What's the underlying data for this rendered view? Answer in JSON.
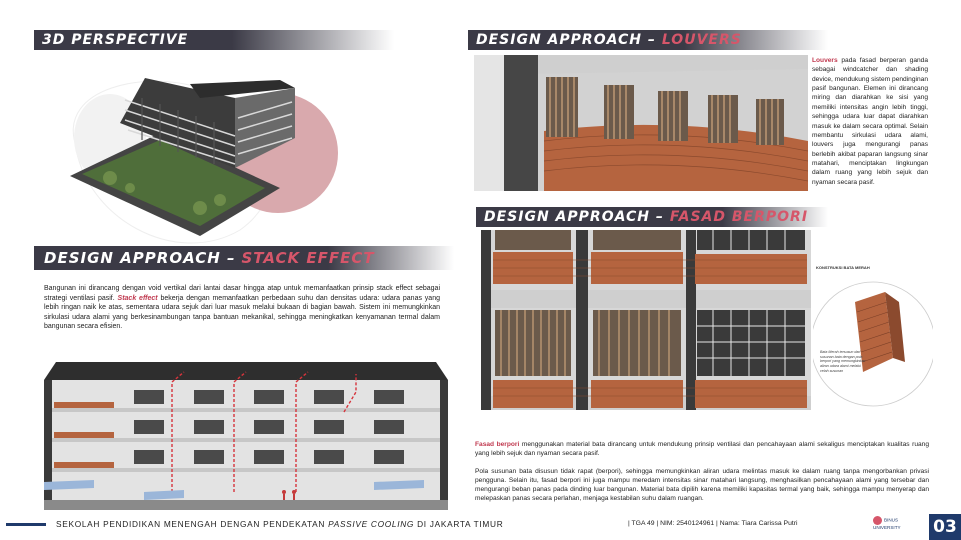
{
  "sections": {
    "perspective": {
      "title": "3D PERSPECTIVE"
    },
    "louvers": {
      "title": "DESIGN APPROACH –",
      "accent": "LOUVERS",
      "body_keyword": "Louvers",
      "body": " pada fasad berperan ganda sebagai windcatcher dan shading device, mendukung sistem pendinginan pasif bangunan. Elemen ini dirancang miring dan diarahkan ke sisi yang memiliki intensitas angin lebih tinggi, sehingga udara luar dapat diarahkan masuk ke dalam secara optimal. Selain membantu sirkulasi udara alami, louvers juga mengurangi panas berlebih akibat paparan langsung sinar matahari, menciptakan lingkungan dalam ruang yang lebih sejuk dan nyaman secara pasif."
    },
    "fasad": {
      "title": "DESIGN APPROACH –",
      "accent": "FASAD BERPORI",
      "detail_title": "KONSTRUKSI BATA MERAH",
      "detail_note": "Bata Merah tersusun dari susunan bata dengan pola berpori yang memungkinkan aliran udara alami melalui celah susunan",
      "p1_keyword": "Fasad berpori",
      "p1": " menggunakan material bata dirancang untuk mendukung prinsip ventilasi dan pencahayaan alami sekaligus menciptakan kualitas ruang yang lebih sejuk dan nyaman secara pasif.",
      "p2": "Pola susunan bata disusun tidak rapat (berpori), sehingga memungkinkan aliran udara melintas masuk ke dalam ruang tanpa mengorbankan privasi pengguna. Selain itu, fasad berpori ini juga mampu meredam intensitas sinar matahari langsung, menghasilkan pencahayaan alami yang tersebar dan mengurangi beban panas pada dinding luar bangunan. Material bata dipilih karena memiliki kapasitas termal yang baik, sehingga mampu menyerap dan melepaskan panas secara perlahan, menjaga kestabilan suhu dalam ruangan."
    },
    "stack": {
      "title": "DESIGN APPROACH –",
      "accent": "STACK EFFECT",
      "body_a": "Bangunan ini dirancang dengan void vertikal dari lantai dasar hingga atap untuk memanfaatkan prinsip stack effect sebagai strategi ventilasi pasif. ",
      "body_keyword": "Stack effect",
      "body_b": " bekerja dengan memanfaatkan perbedaan suhu dan densitas udara: udara panas yang lebih ringan naik ke atas, sementara udara sejuk dari luar masuk melalui bukaan di bagian bawah. Sistem ini memungkinkan sirkulasi udara alami yang berkesinambungan tanpa bantuan mekanikal, sehingga meningkatkan kenyamanan termal dalam bangunan secara efisien."
    }
  },
  "footer": {
    "title_a": "SEKOLAH PENDIDIKAN MENENGAH DENGAN PENDEKATAN ",
    "title_italic": "PASSIVE COOLING",
    "title_b": " DI JAKARTA TIMUR",
    "meta": "| TGA 49 | NIM: 2540124961 | Nama: Tiara Carissa Putri",
    "logo_text": "BINUS UNIVERSITY",
    "page_number": "03"
  },
  "colors": {
    "accent": "#d6566a",
    "header_dark": "#3b3a46",
    "brand_navy": "#1f3a6b",
    "brick": "#b5643f",
    "pink_blob": "#d9a9ad"
  }
}
